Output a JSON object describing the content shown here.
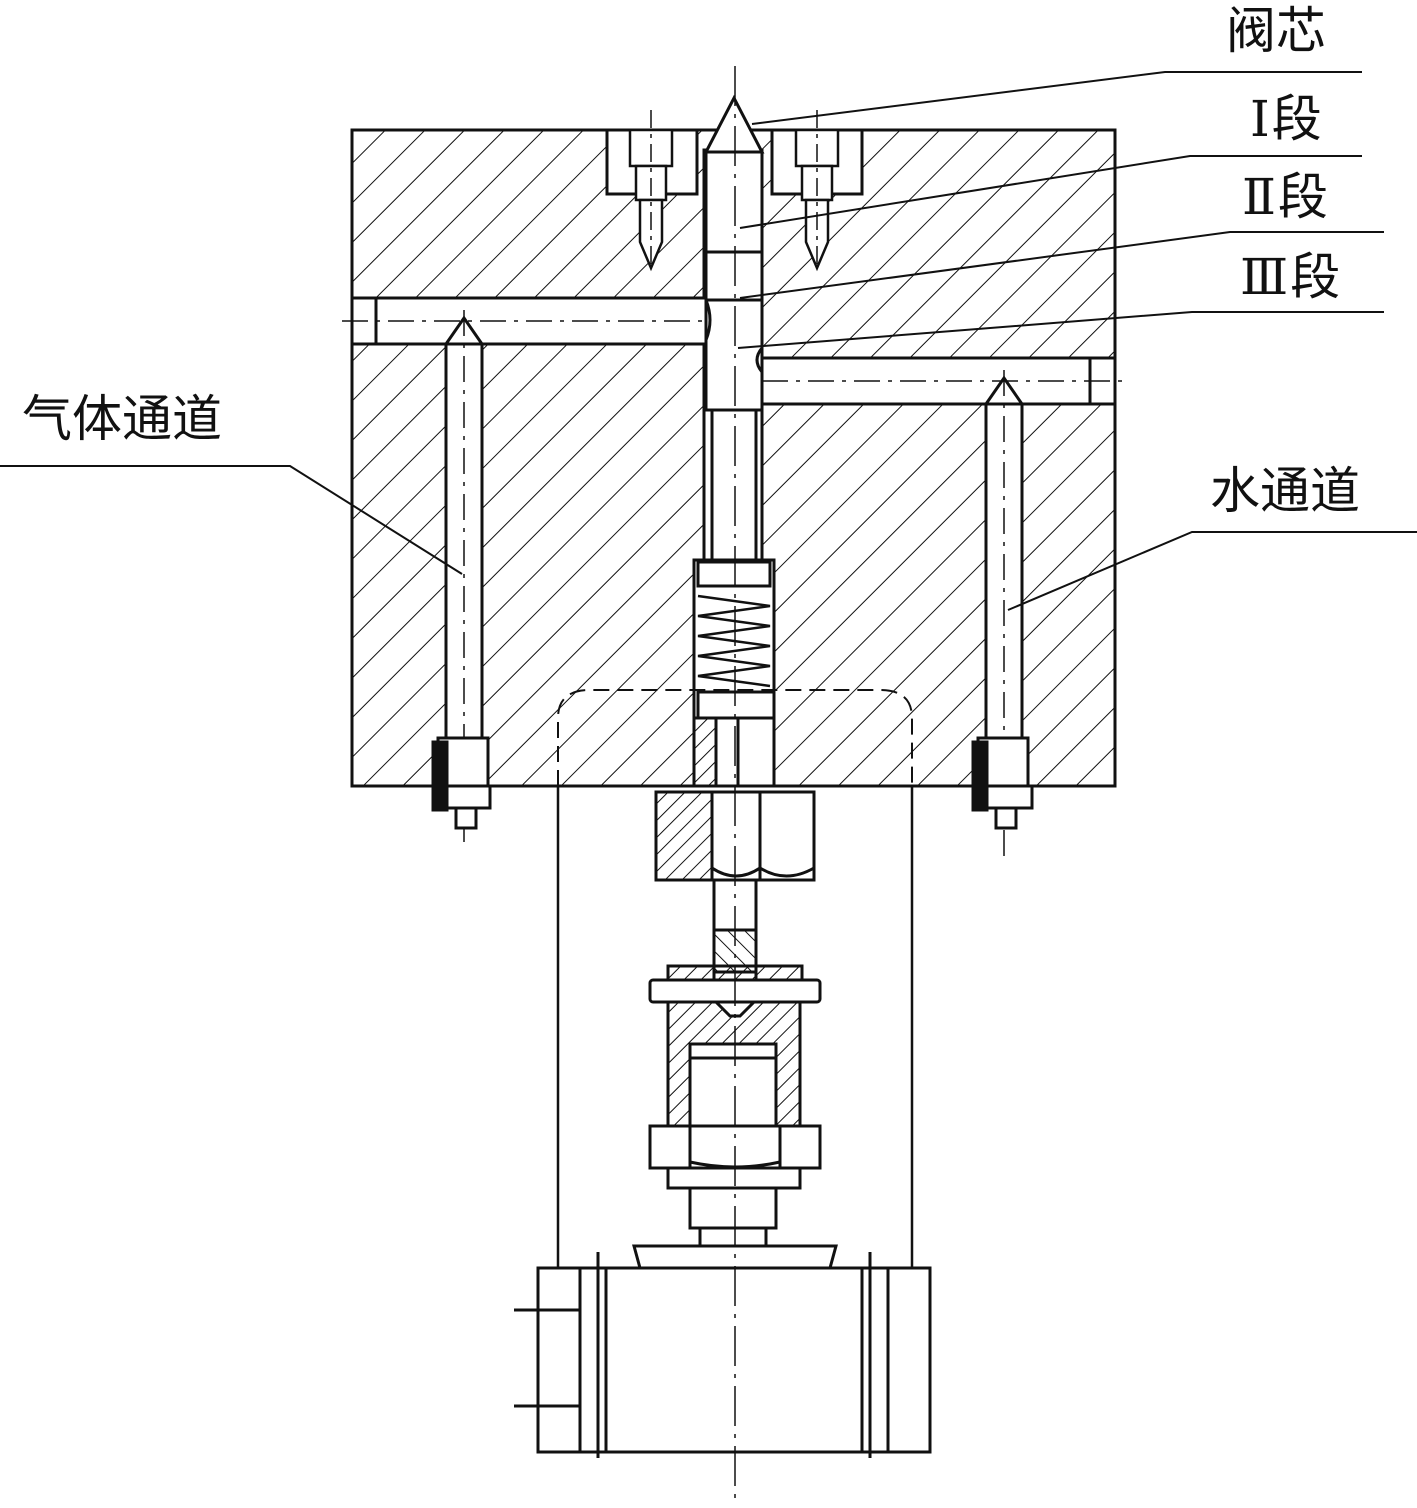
{
  "labels": {
    "valve_core": "阀芯",
    "section_1": "Ⅰ段",
    "section_2": "Ⅱ段",
    "section_3": "Ⅲ段",
    "gas_channel": "气体通道",
    "water_channel": "水通道"
  },
  "colors": {
    "line": "#111111",
    "background": "#ffffff"
  }
}
